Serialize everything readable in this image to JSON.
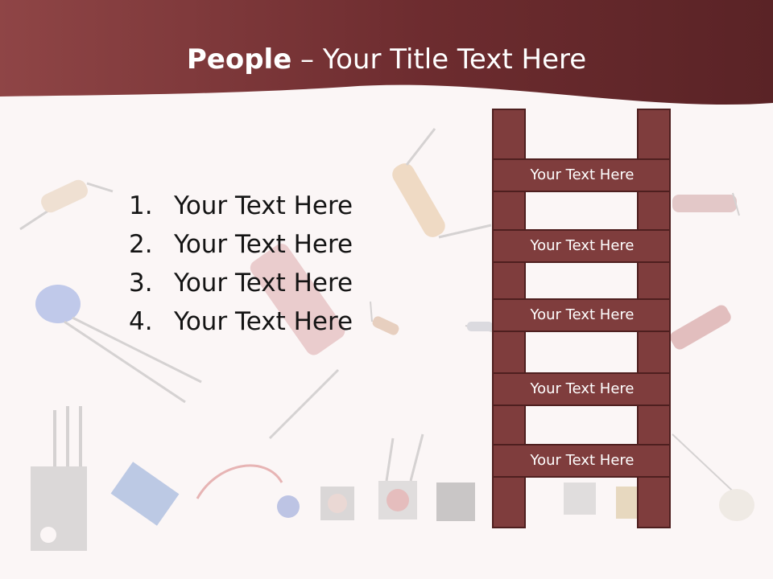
{
  "slide": {
    "title_bold": "People",
    "title_rest": " – Your Title Text Here"
  },
  "list": {
    "items": [
      {
        "number": "1.",
        "text": "Your Text Here"
      },
      {
        "number": "2.",
        "text": "Your Text Here"
      },
      {
        "number": "3.",
        "text": "Your Text Here"
      },
      {
        "number": "4.",
        "text": "Your Text Here"
      }
    ]
  },
  "ladder": {
    "rungs": [
      {
        "label": "Your Text Here"
      },
      {
        "label": "Your Text Here"
      },
      {
        "label": "Your Text Here"
      },
      {
        "label": "Your Text Here"
      },
      {
        "label": "Your Text Here"
      }
    ]
  },
  "colors": {
    "header": "#6e2c2f",
    "ladder_fill": "#7f3d3d",
    "ladder_stroke": "#4e1f1f",
    "background": "#fbf6f6"
  }
}
